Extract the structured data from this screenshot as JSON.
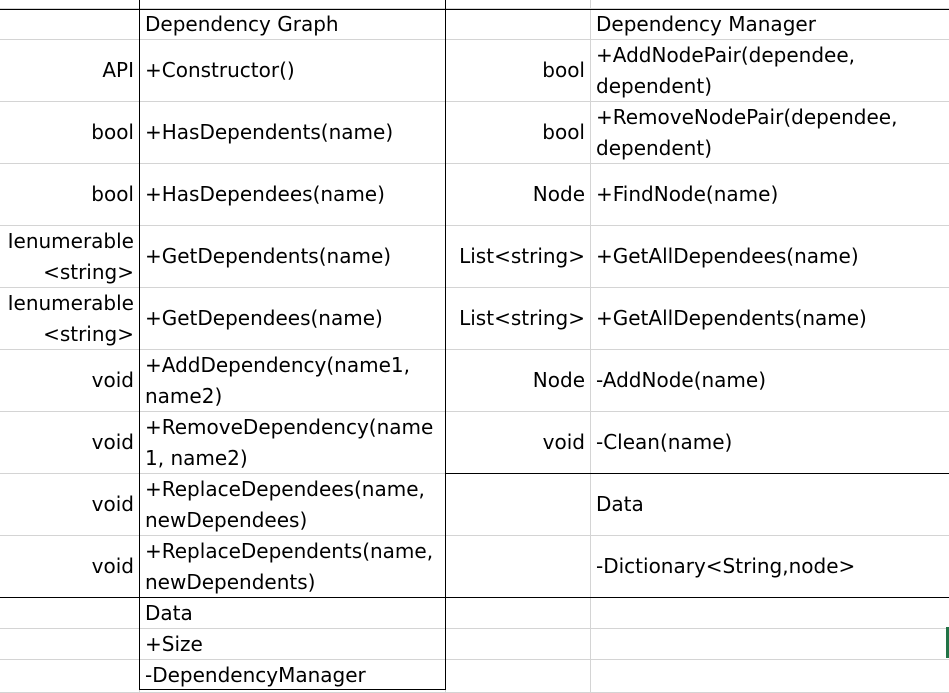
{
  "header_cut": [
    "Dependency Graph",
    "Dependency Manager"
  ],
  "left": {
    "title": "Dependency Graph",
    "rows": [
      {
        "type": "API",
        "member": "+Constructor()"
      },
      {
        "type": "bool",
        "member": "+HasDependents(name)"
      },
      {
        "type": "bool",
        "member": "+HasDependees(name)"
      },
      {
        "type_lines": [
          "Ienumerable",
          "<string>"
        ],
        "member": "+GetDependents(name)"
      },
      {
        "type_lines": [
          "Ienumerable",
          "<string>"
        ],
        "member": "+GetDependees(name)"
      },
      {
        "type": "void",
        "member_lines": [
          "+AddDependency(name1,",
          "name2)"
        ]
      },
      {
        "type": "void",
        "member_lines": [
          "+RemoveDependency(name",
          "1, name2)"
        ]
      },
      {
        "type": "void",
        "member_lines": [
          "+ReplaceDependees(name,",
          "newDependees)"
        ]
      },
      {
        "type": "void",
        "member_lines": [
          "+ReplaceDependents(name,",
          "newDependents)"
        ]
      }
    ],
    "data_title": "Data",
    "data_items": [
      "+Size",
      "-DependencyManager"
    ]
  },
  "right": {
    "title": "Dependency Manager",
    "rows": [
      {
        "type": "bool",
        "member_lines": [
          "+AddNodePair(dependee,",
          "dependent)"
        ]
      },
      {
        "type": "bool",
        "member_lines": [
          "+RemoveNodePair(dependee,",
          "dependent)"
        ]
      },
      {
        "type": "Node",
        "member": "+FindNode(name)"
      },
      {
        "type": "List<string>",
        "member": "+GetAllDependees(name)"
      },
      {
        "type": "List<string>",
        "member": "+GetAllDependents(name)"
      },
      {
        "type": "Node",
        "member": "-AddNode(name)"
      },
      {
        "type": "void",
        "member": "-Clean(name)"
      }
    ],
    "data_title": "Data",
    "data_items": [
      "-Dictionary<String,node>"
    ]
  },
  "colors": {
    "gridline": "#d4d4d4",
    "border": "#000000",
    "selection": "#217346"
  }
}
